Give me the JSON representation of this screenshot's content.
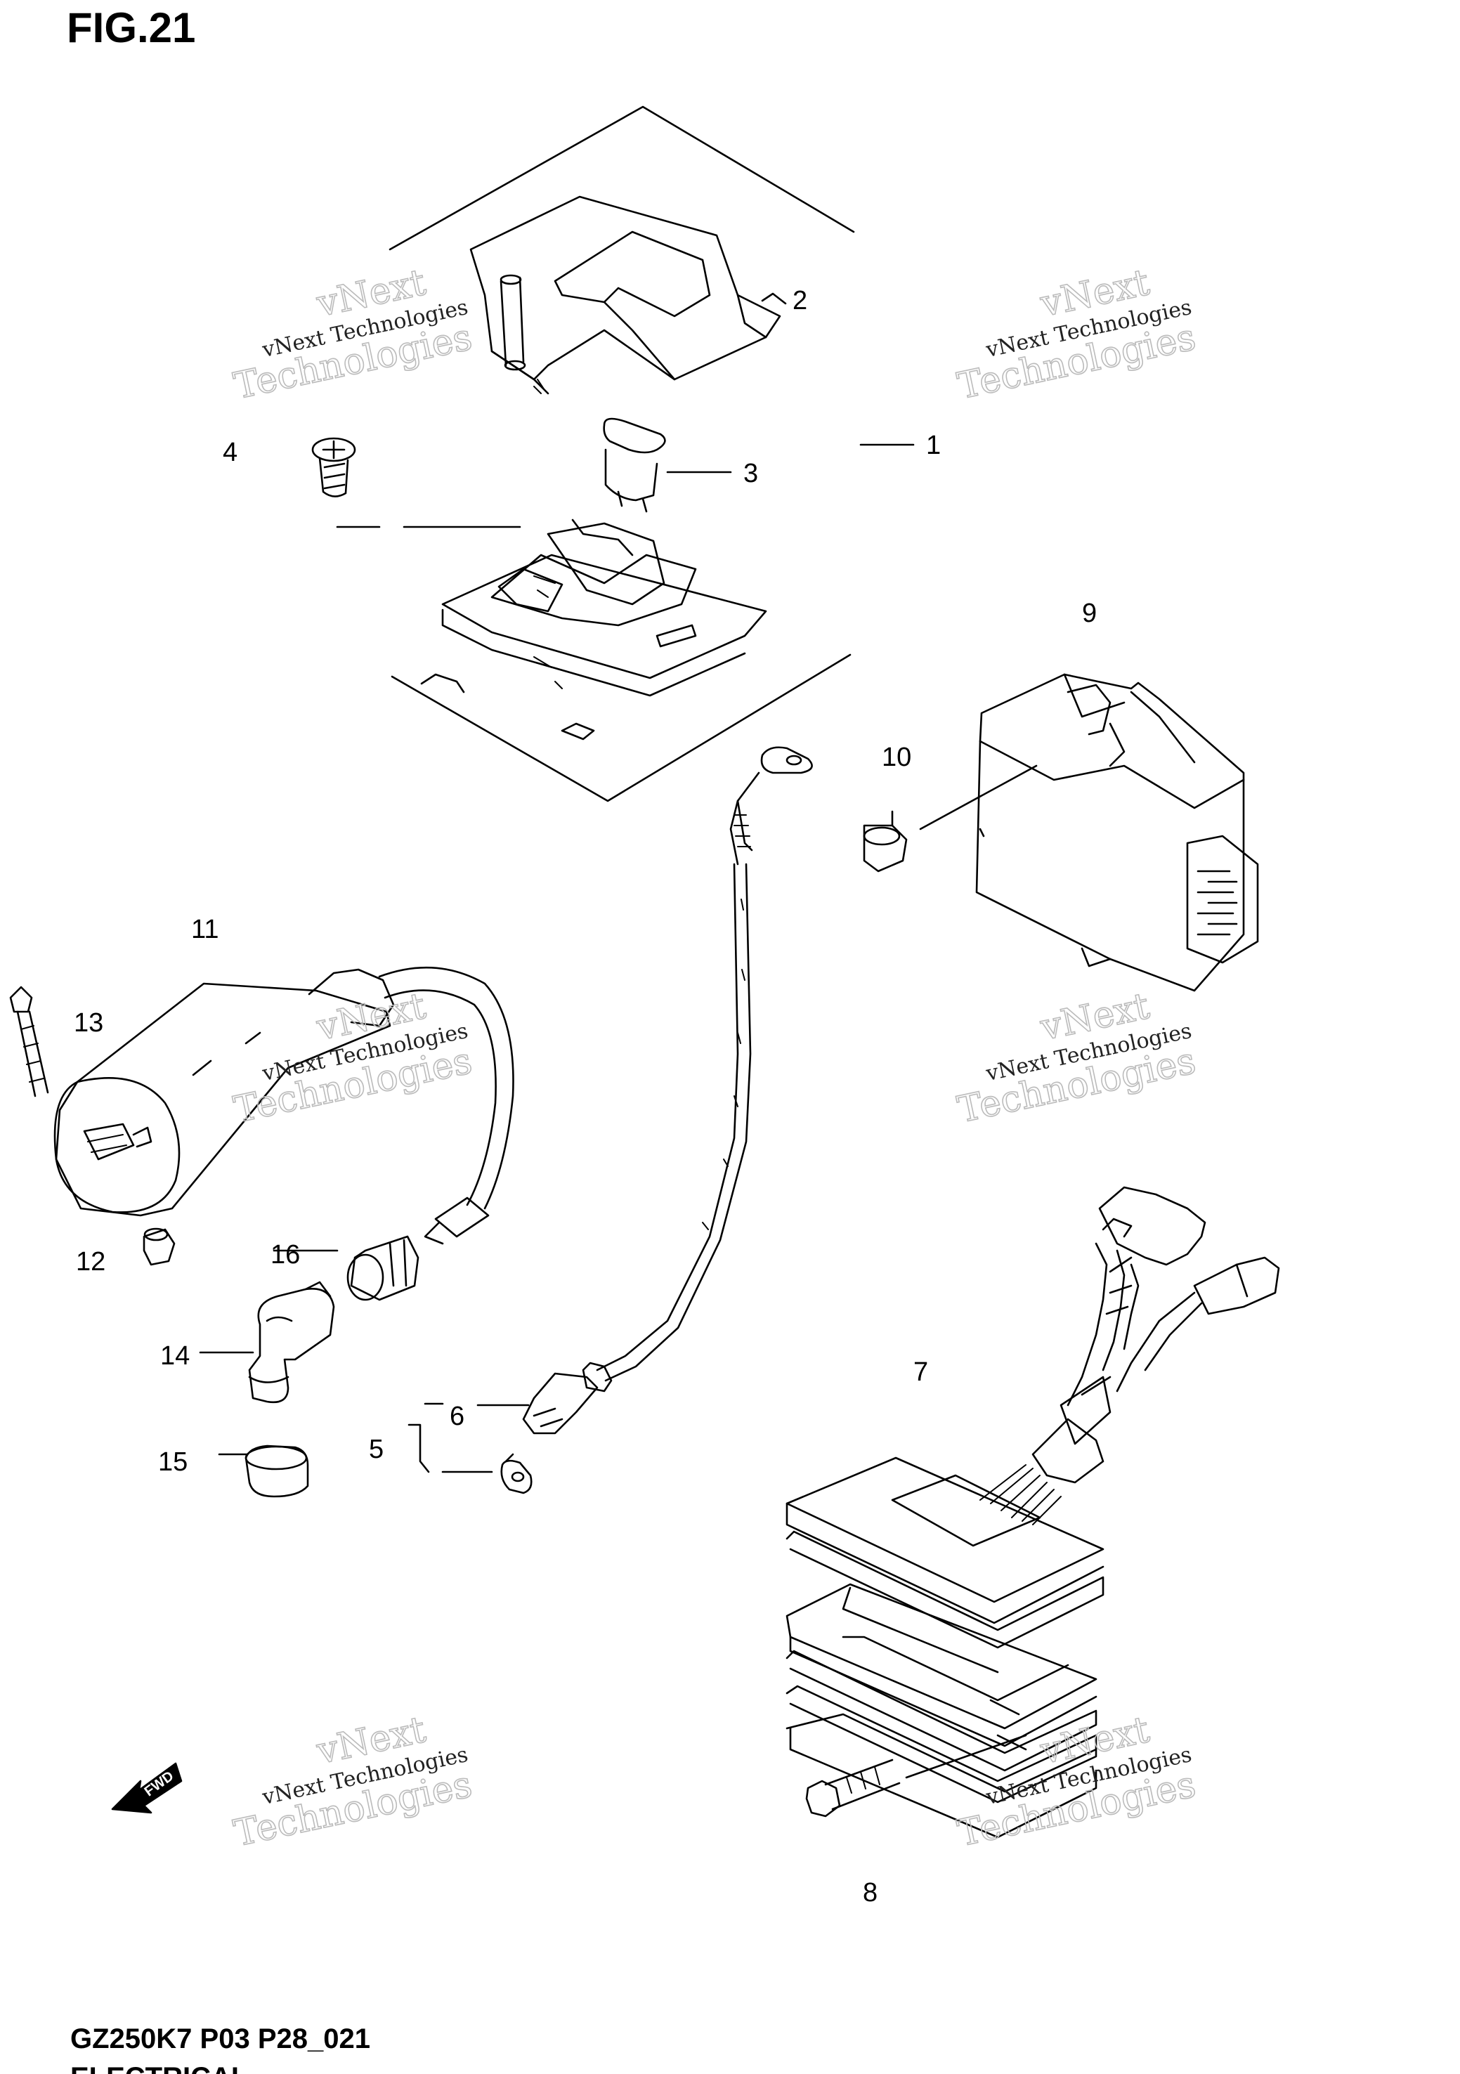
{
  "figure": {
    "title": "FIG.21",
    "model_code": "GZ250K7 P03 P28_021",
    "section": "ELECTRICAL"
  },
  "callouts": [
    {
      "id": "1",
      "label": "1"
    },
    {
      "id": "2",
      "label": "2"
    },
    {
      "id": "3",
      "label": "3"
    },
    {
      "id": "4",
      "label": "4"
    },
    {
      "id": "5",
      "label": "5"
    },
    {
      "id": "6",
      "label": "6"
    },
    {
      "id": "7",
      "label": "7"
    },
    {
      "id": "8",
      "label": "8"
    },
    {
      "id": "9",
      "label": "9"
    },
    {
      "id": "10",
      "label": "10"
    },
    {
      "id": "11",
      "label": "11"
    },
    {
      "id": "12",
      "label": "12"
    },
    {
      "id": "13",
      "label": "13"
    },
    {
      "id": "14",
      "label": "14"
    },
    {
      "id": "15",
      "label": "15"
    },
    {
      "id": "16",
      "label": "16"
    }
  ],
  "watermark": {
    "line1": "vNext",
    "line2": "vNext Technologies",
    "line3": "Technologies"
  },
  "fwd_marker": "FWD"
}
